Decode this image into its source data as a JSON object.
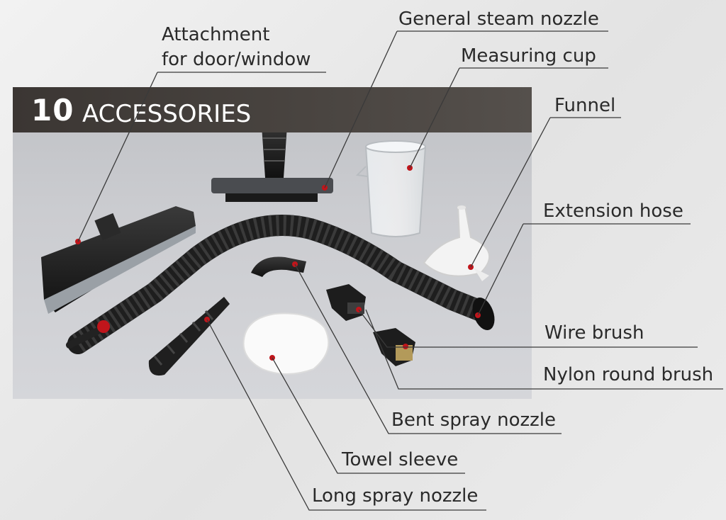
{
  "title": {
    "number": "10",
    "word": "ACCESSORIES"
  },
  "labels": {
    "attachment_line1": "Attachment",
    "attachment_line2": "for door/window",
    "general_steam_nozzle": "General steam nozzle",
    "measuring_cup": "Measuring cup",
    "funnel": "Funnel",
    "extension_hose": "Extension hose",
    "wire_brush": "Wire brush",
    "nylon_round_brush": "Nylon round brush",
    "bent_spray_nozzle": "Bent spray nozzle",
    "towel_sleeve": "Towel sleeve",
    "long_spray_nozzle": "Long spray nozzle"
  },
  "colors": {
    "marker": "#c0151b",
    "title_bar": "#433e3a",
    "panel": "#c9cacd",
    "accessory_dark": "#1c1c1c"
  }
}
